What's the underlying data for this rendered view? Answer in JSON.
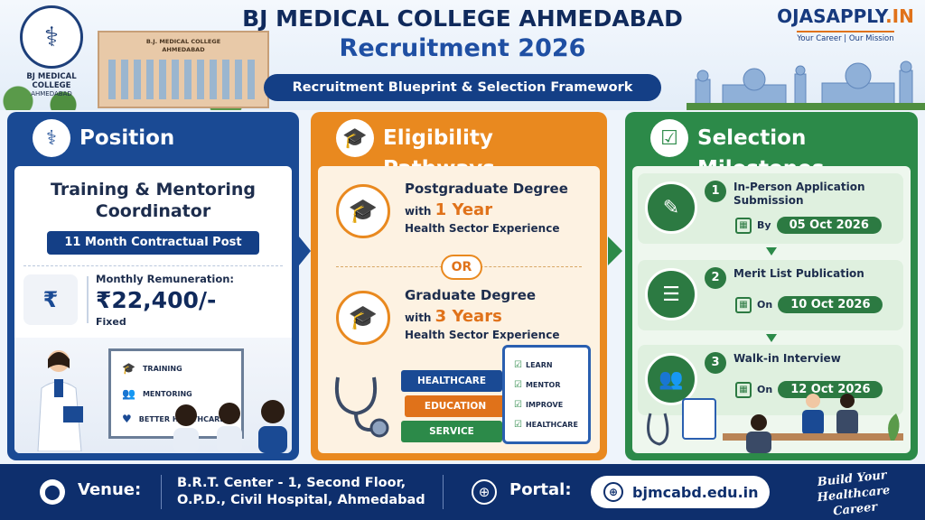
{
  "header": {
    "logo_line1": "BJ MEDICAL COLLEGE",
    "logo_line2": "AHMEDABAD",
    "building_sign": "B.J. MEDICAL COLLEGE\nAHMEDABAD",
    "title": "BJ MEDICAL COLLEGE AHMEDABAD",
    "subtitle": "Recruitment 2026",
    "pill": "Recruitment Blueprint & Selection Framework",
    "brand": "OJASAPPLY",
    "brand_suffix": ".IN",
    "brand_tagline": "Your Career | Our Mission"
  },
  "position": {
    "heading": "Position",
    "role_line1": "Training & Mentoring",
    "role_line2": "Coordinator",
    "contract": "11 Month Contractual Post",
    "remuneration_label": "Monthly Remuneration:",
    "remuneration_value": "₹22,400/-",
    "remuneration_note": "Fixed",
    "board_items": [
      "TRAINING",
      "MENTORING",
      "BETTER HEALTHCARE"
    ]
  },
  "eligibility": {
    "heading": "Eligibility Pathways",
    "options": [
      {
        "degree": "Postgraduate Degree",
        "with": "with",
        "years": "1 Year",
        "sector": "Health Sector Experience"
      },
      {
        "degree": "Graduate Degree",
        "with": "with",
        "years": "3 Years",
        "sector": "Health Sector Experience"
      }
    ],
    "or": "OR",
    "books": [
      "HEALTHCARE",
      "EDUCATION",
      "SERVICE"
    ],
    "checklist": [
      "LEARN",
      "MENTOR",
      "IMPROVE",
      "HEALTHCARE"
    ]
  },
  "selection": {
    "heading": "Selection Milestones",
    "steps": [
      {
        "num": "1",
        "title": "In-Person Application\nSubmission",
        "prep": "By",
        "date": "05 Oct 2026"
      },
      {
        "num": "2",
        "title": "Merit List Publication",
        "prep": "On",
        "date": "10 Oct 2026"
      },
      {
        "num": "3",
        "title": "Walk-in Interview",
        "prep": "On",
        "date": "12 Oct 2026"
      }
    ]
  },
  "footer": {
    "venue_label": "Venue:",
    "venue_line1": "B.R.T. Center - 1, Second Floor,",
    "venue_line2": "O.P.D., Civil Hospital, Ahmedabad",
    "portal_label": "Portal:",
    "portal_url": "bjmcabd.edu.in",
    "tagline_line1": "Build Your",
    "tagline_line2": "Healthcare Career"
  }
}
